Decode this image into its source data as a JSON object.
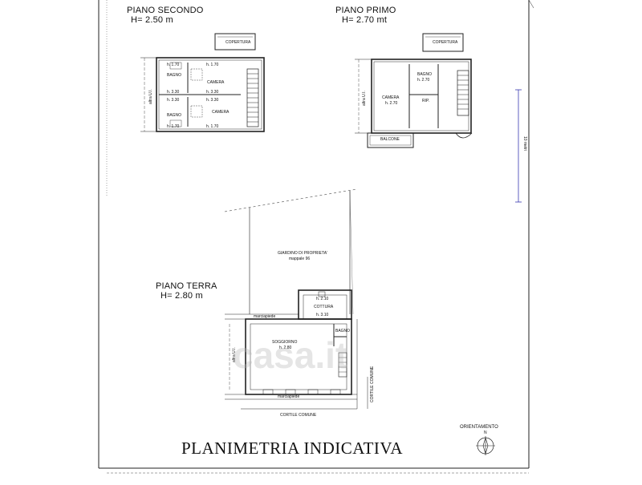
{
  "colors": {
    "line": "#222222",
    "dim_line": "#3a3ab0",
    "watermark": "#bbbbbb"
  },
  "sheet_title": "PLANIMETRIA INDICATIVA",
  "orientation_label": "ORIENTAMENTO",
  "orientation_north": "N",
  "scale_label": "10 metri",
  "watermark": "casa.it",
  "floors": {
    "second": {
      "title": "PIANO SECONDO",
      "height": "H= 2.50 m",
      "copertura": "COPERTURA",
      "rooms": [
        "BAGNO",
        "CAMERA",
        "BAGNO",
        "CAMERA"
      ],
      "heights": [
        "h. 1.70",
        "h. 1.70",
        "h. 3.30",
        "h. 3.30",
        "h. 3.30",
        "h. 3.30",
        "h. 1.70",
        "h. 1.70"
      ],
      "side_label": "altra U.I."
    },
    "first": {
      "title": "PIANO PRIMO",
      "height": "H= 2.70 mt",
      "copertura": "COPERTURA",
      "rooms": [
        "BAGNO",
        "CAMERA",
        "RIP."
      ],
      "heights": [
        "h. 2.70",
        "h. 2.70"
      ],
      "balcone": "BALCONE",
      "side_label": "altra U.I."
    },
    "ground": {
      "title": "PIANO TERRA",
      "height": "H= 2.80 m",
      "garden": "GIARDINO DI PROPRIETA'",
      "garden_sub": "mappale 96",
      "cottura": "COTTURA",
      "cottura_h_top": "h. 2.10",
      "cottura_h_bottom": "h. 3.10",
      "bagno": "BAGNO",
      "soggiorno": "SOGGIORNO",
      "soggiorno_h": "h. 2.80",
      "marciapiede_top": "marciapiede",
      "marciapiede_bottom": "marciapiede",
      "cortile_bottom": "CORTILE COMUNE",
      "cortile_side": "CORTILE COMUNE",
      "side_label": "altra U.I."
    }
  }
}
